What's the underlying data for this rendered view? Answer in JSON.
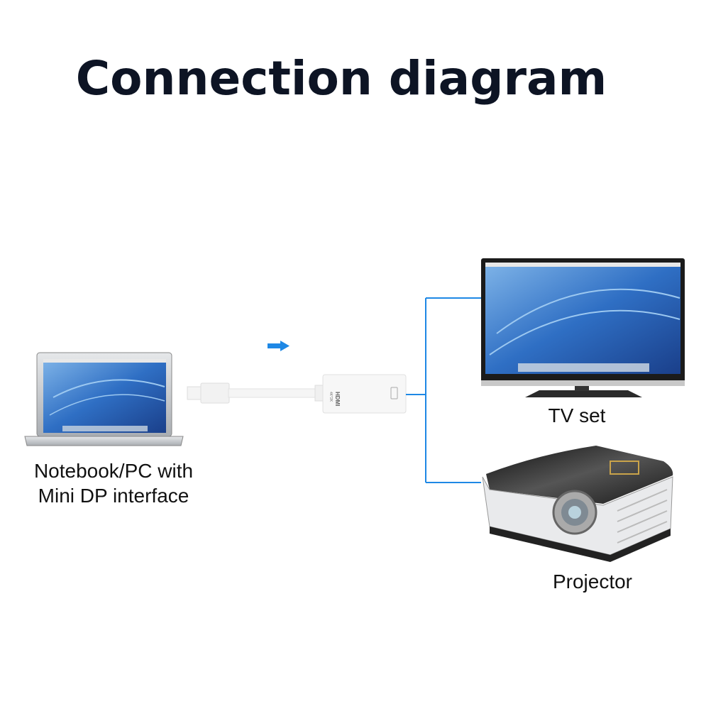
{
  "title": "Connection diagram",
  "labels": {
    "notebook_line1": "Notebook/PC with",
    "notebook_line2": "Mini DP interface",
    "tv": "TV set",
    "projector": "Projector"
  },
  "adapter": {
    "text": "HDMI",
    "subtext": "4K*2K"
  },
  "colors": {
    "connector_line": "#1E88E5",
    "arrow": "#1E88E5",
    "title": "#0d1424"
  }
}
